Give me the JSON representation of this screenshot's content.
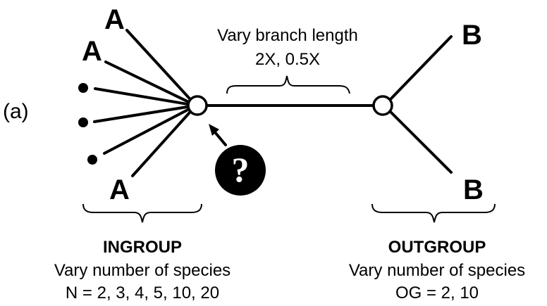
{
  "panel_label": "(a)",
  "taxa": {
    "ingroup_label": "A",
    "outgroup_label": "B"
  },
  "branch_caption": {
    "line1": "Vary branch length",
    "line2": "2X, 0.5X"
  },
  "root_marker": "?",
  "ingroup": {
    "title": "INGROUP",
    "line1": "Vary number of species",
    "line2": "N = 2, 3, 4, 5, 10, 20"
  },
  "outgroup": {
    "title": "OUTGROUP",
    "line1": "Vary number of species",
    "line2": "OG = 2, 10"
  },
  "colors": {
    "ink": "#000000",
    "background": "#ffffff"
  }
}
